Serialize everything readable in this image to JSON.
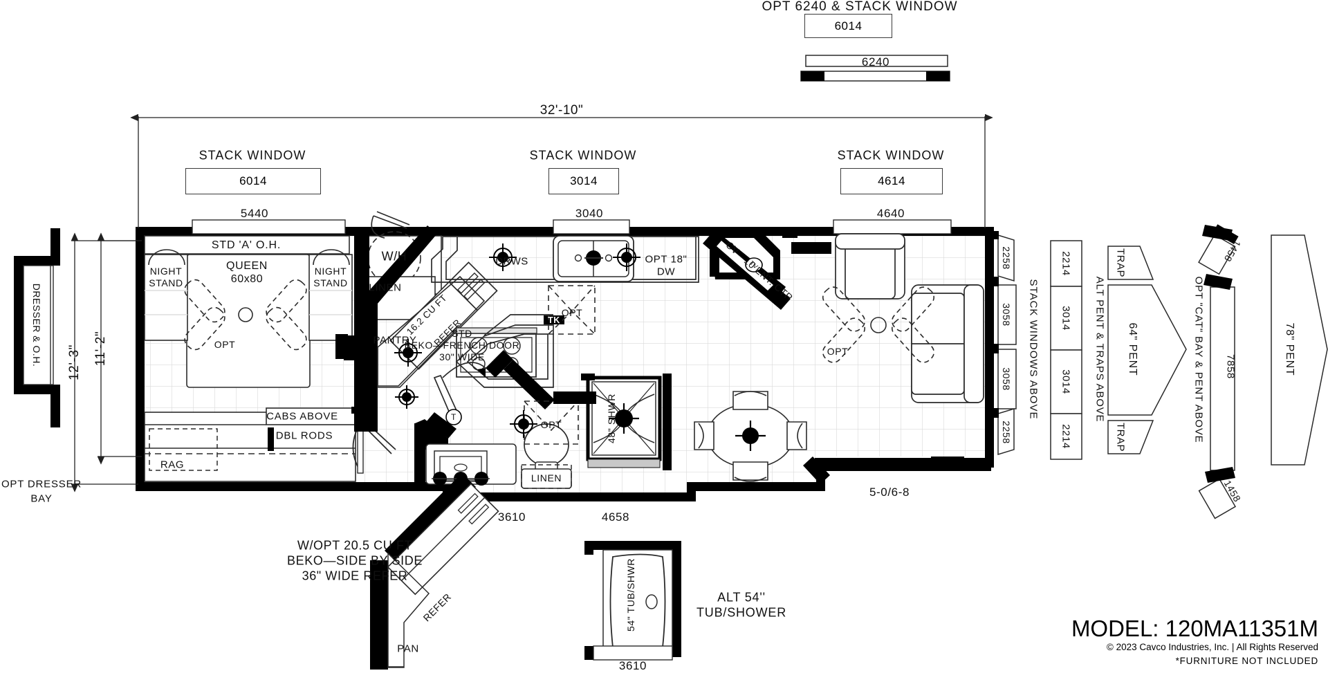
{
  "page": {
    "model_label": "MODEL: 120MA11351M",
    "copyright": "© 2023 Cavco Industries, Inc. | All Rights Reserved",
    "disclaimer": "*FURNITURE  NOT  INCLUDED"
  },
  "top_option": {
    "caption": "OPT 6240 & STACK WINDOW",
    "stack_window_size": "6014",
    "window_size": "6240"
  },
  "dimensions": {
    "overall_length": "32'-10\"",
    "depth_outer": "12'-3\"",
    "depth_inner": "11'-2\""
  },
  "stack_windows": [
    {
      "caption": "STACK  WINDOW",
      "size": "6014"
    },
    {
      "caption": "STACK  WINDOW",
      "size": "3014"
    },
    {
      "caption": "STACK  WINDOW",
      "size": "4614"
    }
  ],
  "wall_windows": [
    {
      "size": "5440"
    },
    {
      "size": "3040"
    },
    {
      "size": "4640"
    }
  ],
  "bottom_dims": [
    {
      "size": "3610"
    },
    {
      "size": "4658"
    },
    {
      "size": "5-0/6-8"
    }
  ],
  "bedroom": {
    "overhead": "STD 'A' O.H.",
    "bed": "QUEEN\n60x80",
    "bed_line1": "QUEEN",
    "bed_line2": "60x80",
    "night_stand_left_l1": "NIGHT",
    "night_stand_left_l2": "STAND",
    "night_stand_right_l1": "NIGHT",
    "night_stand_right_l2": "STAND",
    "fan_opt": "OPT",
    "water_heater": "W/H",
    "linen": "LINEN",
    "closet_cabs": "CABS  ABOVE",
    "closet_rods": "DBL  RODS",
    "closet_rag": "RAG"
  },
  "dresser_bay": {
    "inner_label": "DRESSER & O.H.",
    "caption_l1": "OPT  DRESSER",
    "caption_l2": "BAY"
  },
  "kitchen": {
    "pantry": "PANTRY",
    "refer_size": "16.2 CU FT",
    "refer": "REFER",
    "refer_note_l1": "STD",
    "refer_note_l2": "BEKO—FRENCH  DOOR",
    "refer_note_l3": "30\" WIDE",
    "drawers": "DRWS",
    "dishwasher_l1": "OPT 18\"",
    "dishwasher_l2": "DW",
    "trash": "TK",
    "island_opt": "OPT"
  },
  "bathroom": {
    "shower": "48\" SHWR",
    "linen": "LINEN",
    "toilet_opt": "OPT",
    "thermostat": "T"
  },
  "living": {
    "ent_center": "CV—10 ENT. CTR",
    "tv": "TV",
    "fan_opt": "OPT"
  },
  "right_side": {
    "top_tag": "2258",
    "mid_tag_1": "3058",
    "mid_tag_2": "3058",
    "bottom_tag": "2258",
    "stack_windows_above": "STACK  WINDOWS  ABOVE",
    "window_boxes": [
      "2214",
      "3014",
      "3014",
      "2214"
    ],
    "trap_top": "TRAP",
    "trap_bottom": "TRAP",
    "pent_64": "64\" PENT",
    "alt_pent_traps": "ALT PENT & TRAPS ABOVE",
    "cat_bay_top": "1458",
    "cat_bay_bottom": "1458",
    "cat_bay_size": "7858",
    "cat_bay_label": "OPT \"CAT\" BAY & PENT ABOVE",
    "pent_78": "78\" PENT"
  },
  "alt_refer": {
    "caption_l1": "W/OPT 20.5 CU FT",
    "caption_l2": "BEKO—SIDE BY SIDE",
    "caption_l3": "36\" WIDE REFER",
    "refer": "REFER",
    "pan": "PAN"
  },
  "alt_tub": {
    "label": "54\" TUB/SHWR",
    "caption_l1": "ALT  54''",
    "caption_l2": "TUB/SHOWER",
    "size": "3610"
  },
  "colors": {
    "wall": "#000000",
    "line": "#1a1a1a",
    "grid": "#d7d7d7",
    "furniture_stroke": "#2b2b2b"
  }
}
